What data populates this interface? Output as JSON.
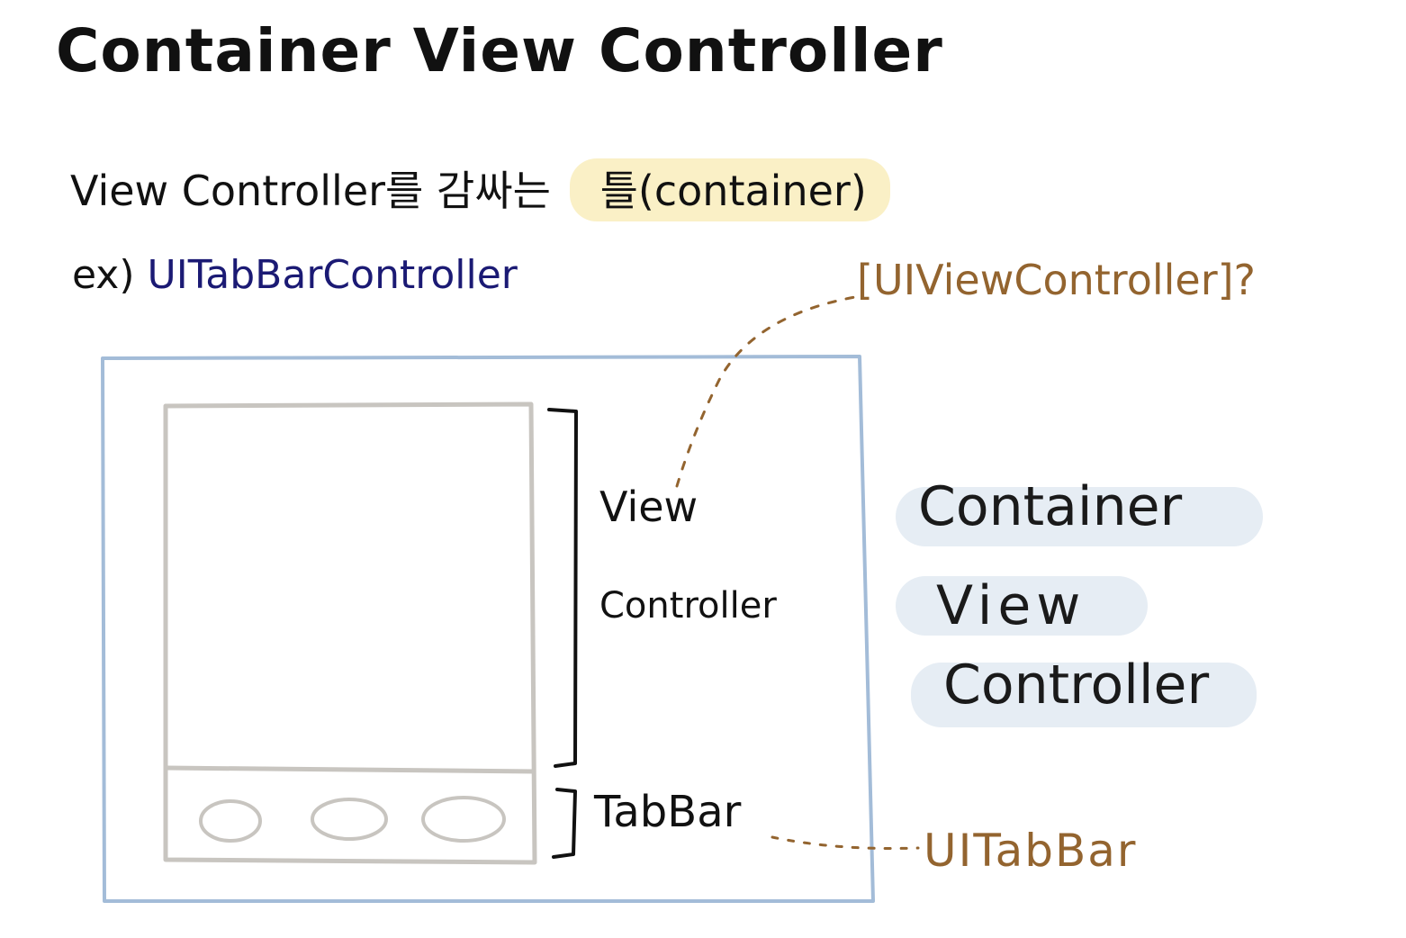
{
  "title": "Container View Controller",
  "line1": {
    "text": "View Controller를 감싸는",
    "highlight": "틀(container)"
  },
  "example": {
    "prefix": "ex)",
    "name": "UITabBarController"
  },
  "diagram": {
    "view_label": "View",
    "controller_label": "Controller",
    "tabbar_label": "TabBar",
    "uiviewcontroller_label": "[UIViewController]?",
    "uitabbar_label": "UITabBar"
  },
  "legend": {
    "word1": "Container",
    "word2": "View",
    "word3": "Controller"
  },
  "colors": {
    "container_border": "#a3bcd8",
    "screen_border": "#c8c5c0",
    "highlight": "#faf0c6",
    "pill": "#e6edf4",
    "annotation": "#93642f",
    "example_name": "#1b1a74"
  }
}
